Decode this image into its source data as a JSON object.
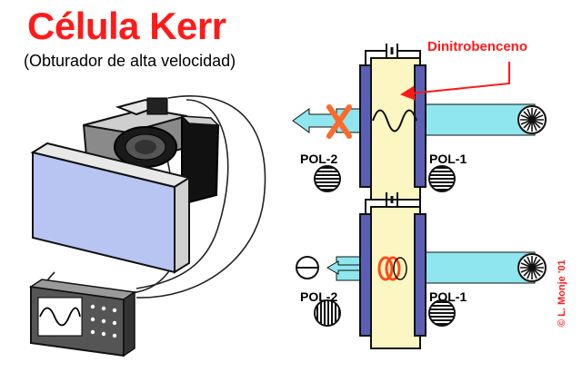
{
  "title": "Célula Kerr",
  "subtitle": "(Obturador de alta velocidad)",
  "labels": {
    "dinitrobenceno": "Dinitrobenceno",
    "pol2_top": "POL-2",
    "pol1_top": "POL-1",
    "pol2_bottom": "POL-2",
    "pol1_bottom": "POL-1"
  },
  "credit": "© L. Monje '01",
  "icons": [
    "camera-icon",
    "screen-icon",
    "oscilloscope-icon",
    "kerr-cell-icon",
    "polarizer-icon",
    "light-source-icon",
    "blocked-x-icon",
    "arrow-icon"
  ],
  "colors": {
    "title": "#ff1a1a",
    "beam": "#8fe6ee",
    "liquid": "#fbf6c2",
    "electrode": "#5a5fb4",
    "screen": "#b8c4f2"
  }
}
